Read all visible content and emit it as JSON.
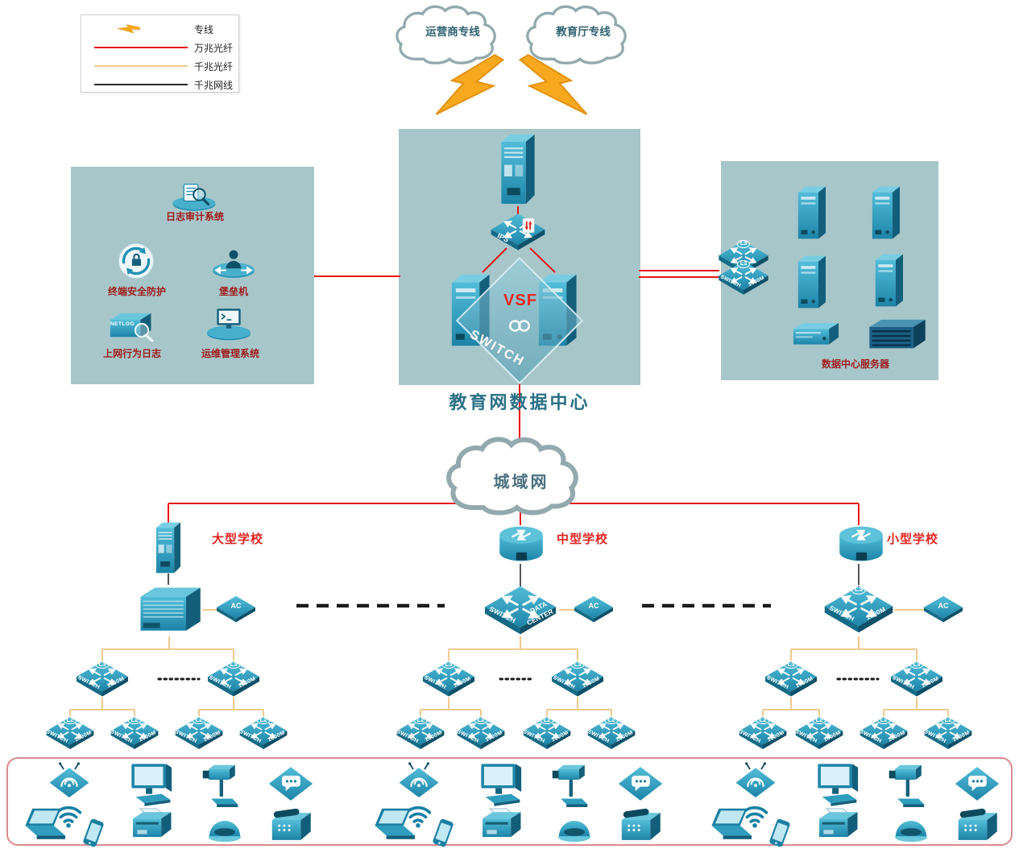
{
  "legend": {
    "items": [
      {
        "label": "专线",
        "color": "#f6a51f"
      },
      {
        "label": "万兆光纤",
        "color": "#e81419"
      },
      {
        "label": "千兆光纤",
        "color": "#efc98f"
      },
      {
        "label": "千兆网线",
        "color": "#2b2b2b"
      }
    ]
  },
  "clouds": {
    "operator": "运营商专线",
    "education": "教育厅专线",
    "man": "城域网"
  },
  "data_center": {
    "title": "教育网数据中心",
    "vsf": "VSF",
    "vsf_switch": "SWITCH",
    "ips": "IPS"
  },
  "security_zone": {
    "items": [
      {
        "label": "日志审计系统"
      },
      {
        "label": "终端安全防护"
      },
      {
        "label": "堡垒机"
      },
      {
        "label": "上网行为日志"
      },
      {
        "label": "运维管理系统"
      }
    ],
    "netlog_text": "NETLOG"
  },
  "server_zone": {
    "title": "数据中心服务器"
  },
  "schools": {
    "large": {
      "name": "大型学校"
    },
    "medium": {
      "name": "中型学校",
      "core_left": "SWITCH",
      "core_right1": "DATA",
      "core_right2": "CENTER"
    },
    "small": {
      "name": "小型学校"
    }
  },
  "device_labels": {
    "switch": "SWITCH",
    "speed": "1000M",
    "l3": "L3",
    "l2": "L2",
    "ac": "AC"
  }
}
